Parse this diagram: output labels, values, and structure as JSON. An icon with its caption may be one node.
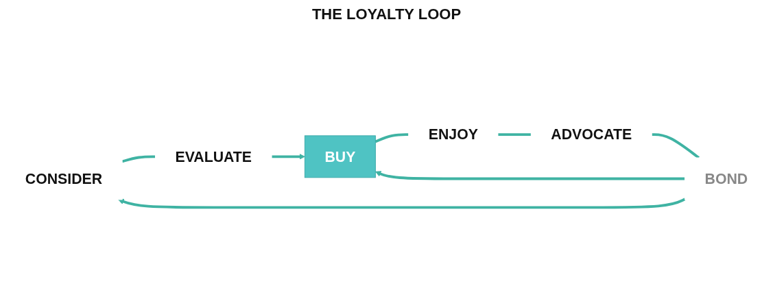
{
  "diagram": {
    "nodes": [
      {
        "text": [
          "CONSIDER"
        ]
      },
      {
        "text": [
          "EVALUATE"
        ]
      },
      {
        "text": [
          "BUY"
        ]
      },
      {
        "text": [
          "ENJOY"
        ]
      },
      {
        "text": [
          "ADVOCATE"
        ]
      },
      {
        "text": [
          "BOND"
        ]
      }
    ],
    "edges": [
      {
        "from": 0,
        "to": 1,
        "arrow": "none"
      },
      {
        "from": 1,
        "to": 2,
        "arrow": "to"
      },
      {
        "from": 2,
        "to": 3,
        "arrow": "none"
      },
      {
        "from": 3,
        "to": 4,
        "arrow": "none"
      },
      {
        "from": 4,
        "to": 5,
        "arrow": "none"
      },
      {
        "from": 5,
        "to": 0,
        "arrow": "to"
      },
      {
        "from": 5,
        "to": 2,
        "arrow": "to"
      }
    ],
    "labels": [
      "THE LOYALTY LOOP"
    ]
  }
}
